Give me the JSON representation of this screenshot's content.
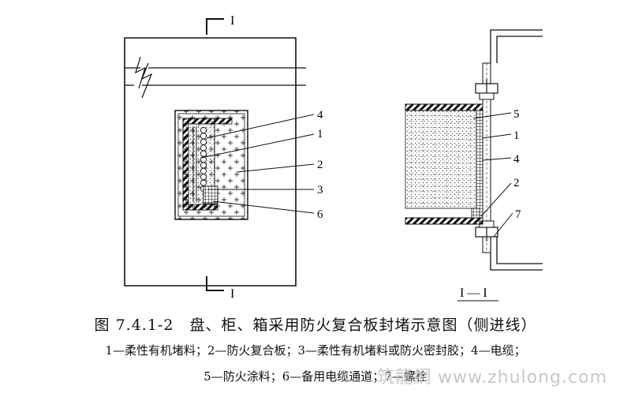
{
  "figure": {
    "section_labels": {
      "top": "I",
      "bottom": "I",
      "section": "I — I"
    },
    "front_callouts": [
      "4",
      "1",
      "2",
      "3",
      "6"
    ],
    "side_callouts": [
      "5",
      "1",
      "4",
      "2",
      "7"
    ]
  },
  "caption": {
    "title": "图 7.4.1-2　盘、柜、箱采用防火复合板封堵示意图（侧进线）",
    "legend_line1": "1—柔性有机堵料；2—防火复合板；3—柔性有机堵料或防火密封胶；4—电缆；",
    "legend_line2": "5—防火涂料；6—备用电缆通道；7—螺栓"
  },
  "watermark": "筑龍網 www.zhulong.com"
}
